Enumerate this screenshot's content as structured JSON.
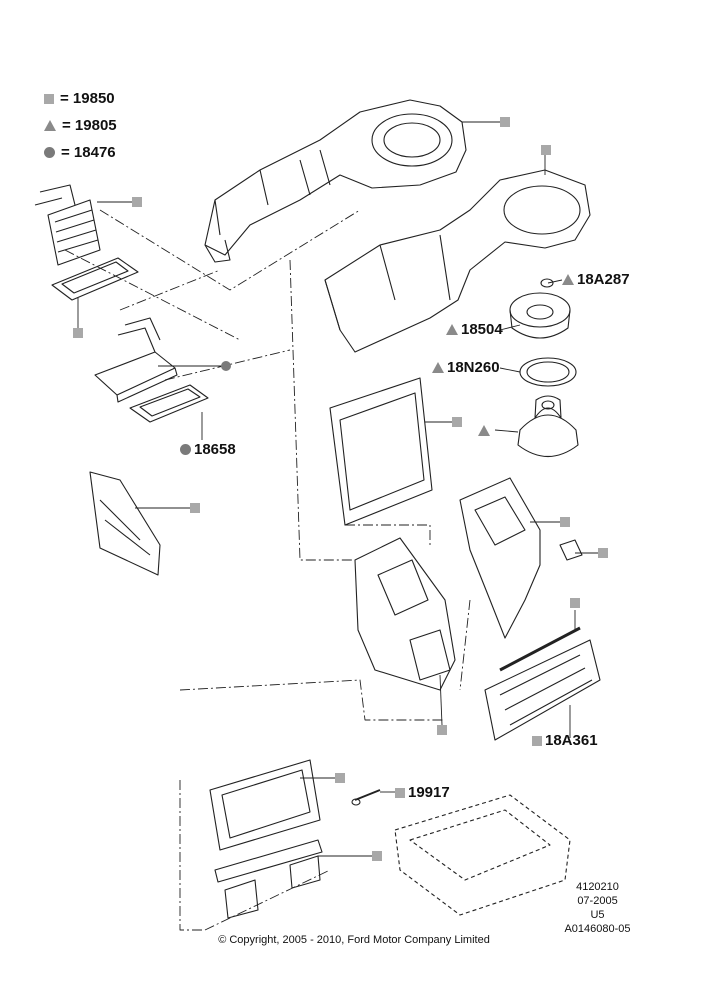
{
  "legend": [
    {
      "symbol": "square",
      "text": "= 19850"
    },
    {
      "symbol": "triangle",
      "text": "= 19805"
    },
    {
      "symbol": "circle",
      "text": "= 18476"
    }
  ],
  "labels": {
    "p18A287": "18A287",
    "p18504": "18504",
    "p18N260": "18N260",
    "p18658": "18658",
    "p18A361": "18A361",
    "p19917": "19917"
  },
  "meta": {
    "line1": "4120210",
    "line2": "07-2005",
    "line3": "U5",
    "line4": "A0146080-05"
  },
  "copyright": "© Copyright, 2005 - 2010, Ford Motor Company Limited",
  "colors": {
    "square": "#a8a8a8",
    "triangle": "#8a8a8a",
    "circle": "#7a7a7a"
  }
}
